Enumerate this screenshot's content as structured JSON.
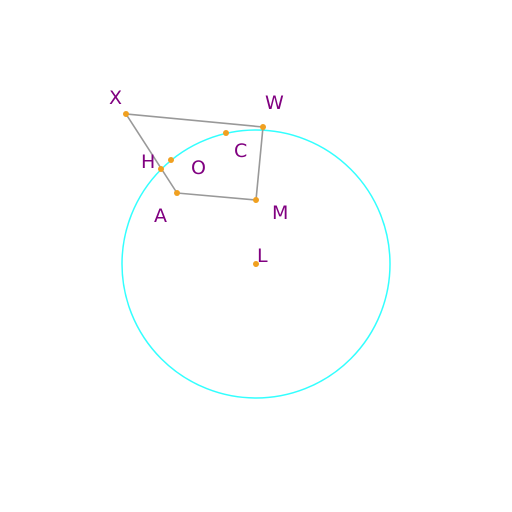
{
  "diagram": {
    "colors": {
      "circle": "#33ffff",
      "segments": "#999999",
      "points": "#f0a020",
      "labels": "#800080"
    },
    "labels": {
      "X": "X",
      "W": "W",
      "H": "H",
      "O": "O",
      "C": "C",
      "A": "A",
      "M": "M",
      "L": "L"
    }
  }
}
